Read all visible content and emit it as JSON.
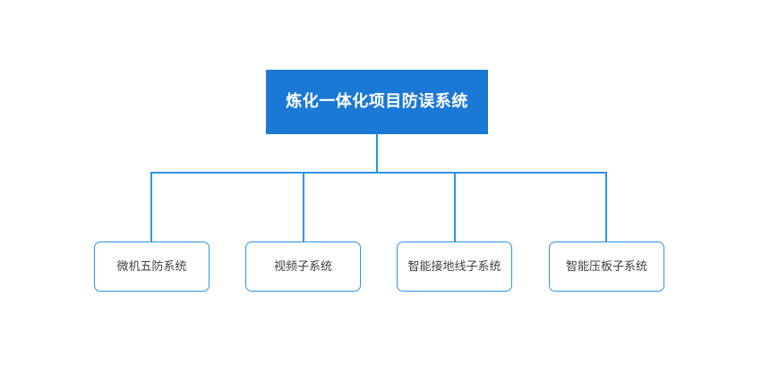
{
  "diagram": {
    "type": "organization-chart",
    "orientation": "top-down",
    "background_color": "#FFFFFF",
    "root": {
      "label": "炼化一体化项目防误系统",
      "fill_color": "#1C78D5",
      "text_color": "#FFFFFF"
    },
    "connector": {
      "color": "#2B93EA",
      "width": 2
    },
    "children": [
      {
        "label": "微机五防系统",
        "border_color": "#2B93EA",
        "fill_color": "#FFFFFF",
        "text_color": "#3F3F3F"
      },
      {
        "label": "视频子系统",
        "border_color": "#2B93EA",
        "fill_color": "#FFFFFF",
        "text_color": "#3F3F3F"
      },
      {
        "label": "智能接地线子系统",
        "border_color": "#2B93EA",
        "fill_color": "#FFFFFF",
        "text_color": "#3F3F3F"
      },
      {
        "label": "智能压板子系统",
        "border_color": "#2B93EA",
        "fill_color": "#FFFFFF",
        "text_color": "#3F3F3F"
      }
    ]
  }
}
